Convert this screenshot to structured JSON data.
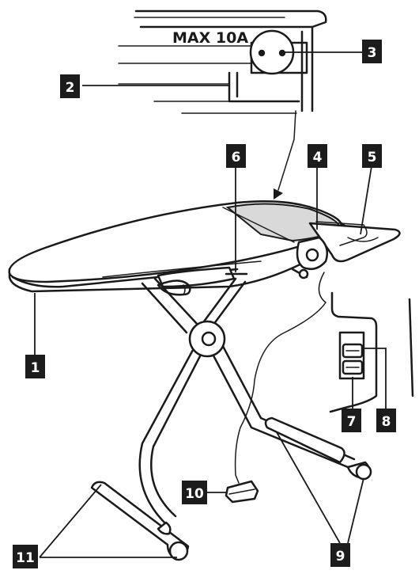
{
  "socket_label": "MAX 10A",
  "callouts": [
    {
      "id": "1",
      "label": "1"
    },
    {
      "id": "2",
      "label": "2"
    },
    {
      "id": "3",
      "label": "3"
    },
    {
      "id": "4",
      "label": "4"
    },
    {
      "id": "5",
      "label": "5"
    },
    {
      "id": "6",
      "label": "6"
    },
    {
      "id": "7",
      "label": "7"
    },
    {
      "id": "8",
      "label": "8"
    },
    {
      "id": "9",
      "label": "9"
    },
    {
      "id": "10",
      "label": "10"
    },
    {
      "id": "11",
      "label": "11"
    }
  ],
  "colors": {
    "ink": "#1a1a1a",
    "callout_bg": "#1c1c1c",
    "highlight": "#d9d9d9",
    "board_fill": "#ffffff"
  }
}
